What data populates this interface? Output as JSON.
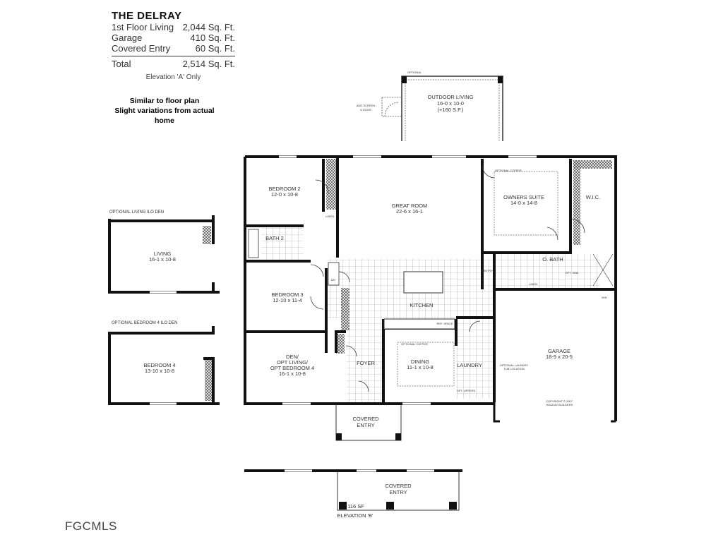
{
  "header": {
    "title": "THE DELRAY",
    "areas": [
      {
        "label": "1st Floor Living",
        "value": "2,044 Sq. Ft."
      },
      {
        "label": "Garage",
        "value": "410 Sq. Ft."
      },
      {
        "label": "Covered Entry",
        "value": "60 Sq. Ft."
      }
    ],
    "total": {
      "label": "Total",
      "value": "2,514 Sq. Ft."
    },
    "elevation_note": "Elevation 'A' Only"
  },
  "disclaimer": [
    "Similar to floor plan",
    "Slight variations from actual",
    "home"
  ],
  "outdoor": {
    "optional": "OPTIONAL",
    "name": "OUTDOOR LIVING",
    "dims": "16-0 x 10-0",
    "area": "(+160 S.F.)",
    "screen": [
      "ADD SCREEN",
      "& DOOR"
    ]
  },
  "rooms": {
    "bedroom2": {
      "name": "BEDROOM 2",
      "dims": "12-0 x 10-8"
    },
    "great_room": {
      "name": "GREAT ROOM",
      "dims": "22-6 x 16-1"
    },
    "owners_suite": {
      "name": "OWNERS SUITE",
      "dims": "14-0 x 14-8"
    },
    "wic": {
      "name": "W.I.C."
    },
    "bath2": {
      "name": "BATH 2"
    },
    "linen": "LINEN",
    "obath": {
      "name": "O. BATH"
    },
    "pantry": "PANTRY",
    "opt_sink": "OPT. SINK",
    "ah": "A/H",
    "wh": "W/H",
    "bedroom3": {
      "name": "BEDROOM 3",
      "dims": "12-10 x 11-4"
    },
    "kitchen": {
      "name": "KITCHEN"
    },
    "ref_space": "REF. SPACE",
    "den": {
      "name": [
        "DEN/",
        "OPT LIVING/",
        "OPT BEDROOM 4"
      ],
      "dims": "16-1 x 10-8"
    },
    "foyer": {
      "name": "FOYER"
    },
    "dining": {
      "name": "DINING",
      "dims": "11-1 x 10-8"
    },
    "laundry": {
      "name": "LAUNDRY"
    },
    "opt_uppers": "OPT. UPPERS",
    "laundry_tub": [
      "OPTIONAL LAUNDRY",
      "TUB LOCATION"
    ],
    "optional_coffer": "OPTIONAL COFFER",
    "garage": {
      "name": "GARAGE",
      "dims": "18-9 x 20-5"
    },
    "copyright": [
      "COPYRIGHT © 2007",
      "HOLIDAY BUILDERS"
    ],
    "covered_entry": [
      "COVERED",
      "ENTRY"
    ]
  },
  "alt_living": {
    "title": "OPTIONAL LIVING ILO DEN",
    "name": "LIVING",
    "dims": "16-1 x 10-8"
  },
  "alt_bedroom4": {
    "title": "OPTIONAL BEDROOM 4 ILO DEN",
    "name": "BEDROOM 4",
    "dims": "13-10 x 10-8"
  },
  "elevation_b": {
    "covered": [
      "COVERED",
      "ENTRY"
    ],
    "area": "116 SF",
    "label": "ELEVATION 'B'"
  },
  "watermark": "FGCMLS"
}
